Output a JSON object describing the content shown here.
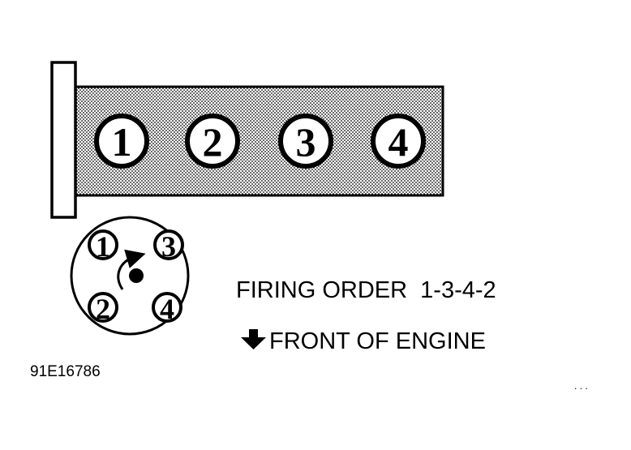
{
  "engine_block": {
    "cylinders": [
      "1",
      "2",
      "3",
      "4"
    ]
  },
  "distributor": {
    "terminals": [
      "1",
      "3",
      "2",
      "4"
    ],
    "rotation": "clockwise"
  },
  "firing_order_label": "FIRING ORDER  1-3-4-2",
  "front_label": "FRONT OF ENGINE",
  "figure_id": "91E16786",
  "corner_marks": ". . ."
}
